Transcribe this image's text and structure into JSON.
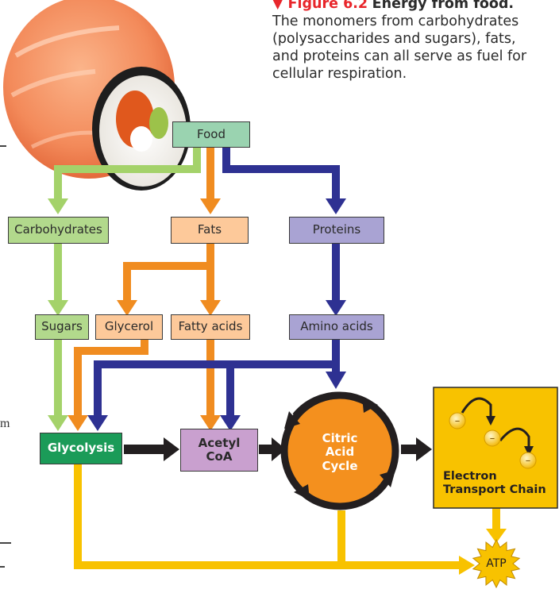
{
  "caption": {
    "figure_label": "▼ Figure 6.2",
    "title": "Energy from food.",
    "body": "The monomers from carbohydrates (polysaccharides and sugars), fats, and proteins can all serve as fuel for cellular respiration."
  },
  "nodes": {
    "food": "Food",
    "carbohydrates": "Carbohydrates",
    "fats": "Fats",
    "proteins": "Proteins",
    "sugars": "Sugars",
    "glycerol": "Glycerol",
    "fatty_acids": "Fatty acids",
    "amino_acids": "Amino acids",
    "glycolysis": "Glycolysis",
    "acetyl_coa_line1": "Acetyl",
    "acetyl_coa_line2": "CoA",
    "citric_line1": "Citric",
    "citric_line2": "Acid",
    "citric_line3": "Cycle",
    "etc_line1": "Electron",
    "etc_line2": "Transport Chain",
    "atp": "ATP",
    "electron_symbol": "–"
  },
  "margin_text": {
    "m": "m"
  },
  "colors": {
    "food_fill": "#9ad3b0",
    "carb_fill": "#b2d98c",
    "fat_fill": "#fdc99a",
    "protein_fill": "#a9a3d3",
    "glycolysis_fill": "#1b9b58",
    "acetyl_fill": "#c9a0cf",
    "citric_fill": "#f4901e",
    "etc_fill": "#f8c200",
    "green_arrow": "#a4d26a",
    "orange_arrow": "#f08c20",
    "blue_arrow": "#2e3192",
    "black_arrow": "#231f20",
    "yellow_arrow": "#f8c200"
  }
}
